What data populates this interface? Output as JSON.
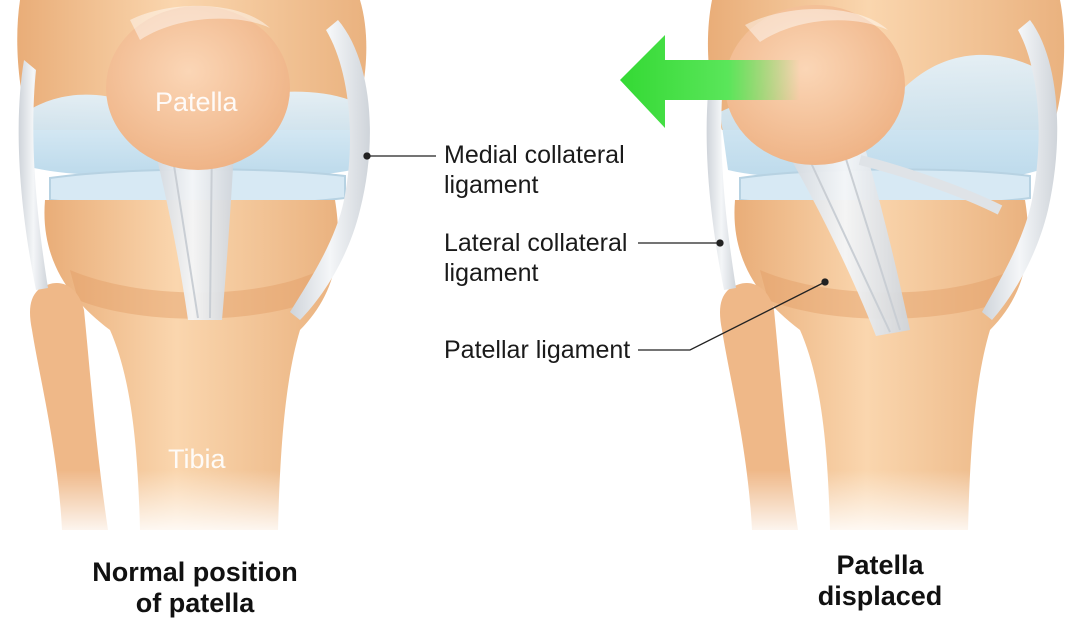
{
  "labels": {
    "patella": "Patella",
    "tibia": "Tibia",
    "medial_collateral": [
      "Medial collateral",
      "ligament"
    ],
    "lateral_collateral": [
      "Lateral collateral",
      "ligament"
    ],
    "patellar_ligament": "Patellar ligament"
  },
  "captions": {
    "normal": [
      "Normal position",
      "of patella"
    ],
    "displaced": [
      "Patella",
      "displaced"
    ]
  },
  "colors": {
    "bone": "#f6c99a",
    "bone_dark": "#e9ad78",
    "patella": "#f9c9a3",
    "cartilage": "#cfe6f3",
    "ligament": "#e6e9ed",
    "arrow": "#3fe03f"
  }
}
